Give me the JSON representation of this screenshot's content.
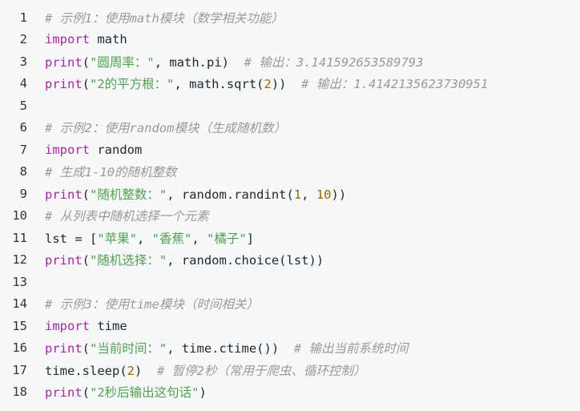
{
  "colors": {
    "background": "#f6f8fa",
    "comment": "#9a9a9a",
    "keyword": "#a626a4",
    "string": "#50a14f",
    "number": "#986801",
    "plain": "#24292e",
    "line_number": "#333333"
  },
  "lines": [
    {
      "n": "1",
      "tokens": [
        {
          "t": "comment",
          "v": "# 示例1：使用math模块（数学相关功能）"
        }
      ]
    },
    {
      "n": "2",
      "tokens": [
        {
          "t": "keyword",
          "v": "import"
        },
        {
          "t": "plain",
          "v": " math"
        }
      ]
    },
    {
      "n": "3",
      "tokens": [
        {
          "t": "builtin",
          "v": "print"
        },
        {
          "t": "plain",
          "v": "("
        },
        {
          "t": "string",
          "v": "\"圆周率：\""
        },
        {
          "t": "plain",
          "v": ", math.pi)  "
        },
        {
          "t": "comment",
          "v": "# 输出：3.141592653589793"
        }
      ]
    },
    {
      "n": "4",
      "tokens": [
        {
          "t": "builtin",
          "v": "print"
        },
        {
          "t": "plain",
          "v": "("
        },
        {
          "t": "string",
          "v": "\"2的平方根：\""
        },
        {
          "t": "plain",
          "v": ", math.sqrt("
        },
        {
          "t": "number",
          "v": "2"
        },
        {
          "t": "plain",
          "v": "))  "
        },
        {
          "t": "comment",
          "v": "# 输出：1.4142135623730951"
        }
      ]
    },
    {
      "n": "5",
      "tokens": []
    },
    {
      "n": "6",
      "tokens": [
        {
          "t": "comment",
          "v": "# 示例2：使用random模块（生成随机数）"
        }
      ]
    },
    {
      "n": "7",
      "tokens": [
        {
          "t": "keyword",
          "v": "import"
        },
        {
          "t": "plain",
          "v": " random"
        }
      ]
    },
    {
      "n": "8",
      "tokens": [
        {
          "t": "comment",
          "v": "# 生成1-10的随机整数"
        }
      ]
    },
    {
      "n": "9",
      "tokens": [
        {
          "t": "builtin",
          "v": "print"
        },
        {
          "t": "plain",
          "v": "("
        },
        {
          "t": "string",
          "v": "\"随机整数：\""
        },
        {
          "t": "plain",
          "v": ", random.randint("
        },
        {
          "t": "number",
          "v": "1"
        },
        {
          "t": "plain",
          "v": ", "
        },
        {
          "t": "number",
          "v": "10"
        },
        {
          "t": "plain",
          "v": "))"
        }
      ]
    },
    {
      "n": "10",
      "tokens": [
        {
          "t": "comment",
          "v": "# 从列表中随机选择一个元素"
        }
      ]
    },
    {
      "n": "11",
      "tokens": [
        {
          "t": "plain",
          "v": "lst = ["
        },
        {
          "t": "string",
          "v": "\"苹果\""
        },
        {
          "t": "plain",
          "v": ", "
        },
        {
          "t": "string",
          "v": "\"香蕉\""
        },
        {
          "t": "plain",
          "v": ", "
        },
        {
          "t": "string",
          "v": "\"橘子\""
        },
        {
          "t": "plain",
          "v": "]"
        }
      ]
    },
    {
      "n": "12",
      "tokens": [
        {
          "t": "builtin",
          "v": "print"
        },
        {
          "t": "plain",
          "v": "("
        },
        {
          "t": "string",
          "v": "\"随机选择：\""
        },
        {
          "t": "plain",
          "v": ", random.choice(lst))"
        }
      ]
    },
    {
      "n": "13",
      "tokens": []
    },
    {
      "n": "14",
      "tokens": [
        {
          "t": "comment",
          "v": "# 示例3：使用time模块（时间相关）"
        }
      ]
    },
    {
      "n": "15",
      "tokens": [
        {
          "t": "keyword",
          "v": "import"
        },
        {
          "t": "plain",
          "v": " time"
        }
      ]
    },
    {
      "n": "16",
      "tokens": [
        {
          "t": "builtin",
          "v": "print"
        },
        {
          "t": "plain",
          "v": "("
        },
        {
          "t": "string",
          "v": "\"当前时间：\""
        },
        {
          "t": "plain",
          "v": ", time.ctime())  "
        },
        {
          "t": "comment",
          "v": "# 输出当前系统时间"
        }
      ]
    },
    {
      "n": "17",
      "tokens": [
        {
          "t": "plain",
          "v": "time.sleep("
        },
        {
          "t": "number",
          "v": "2"
        },
        {
          "t": "plain",
          "v": ")  "
        },
        {
          "t": "comment",
          "v": "# 暂停2秒（常用于爬虫、循环控制）"
        }
      ]
    },
    {
      "n": "18",
      "tokens": [
        {
          "t": "builtin",
          "v": "print"
        },
        {
          "t": "plain",
          "v": "("
        },
        {
          "t": "string",
          "v": "\"2秒后输出这句话\""
        },
        {
          "t": "plain",
          "v": ")"
        }
      ]
    }
  ]
}
